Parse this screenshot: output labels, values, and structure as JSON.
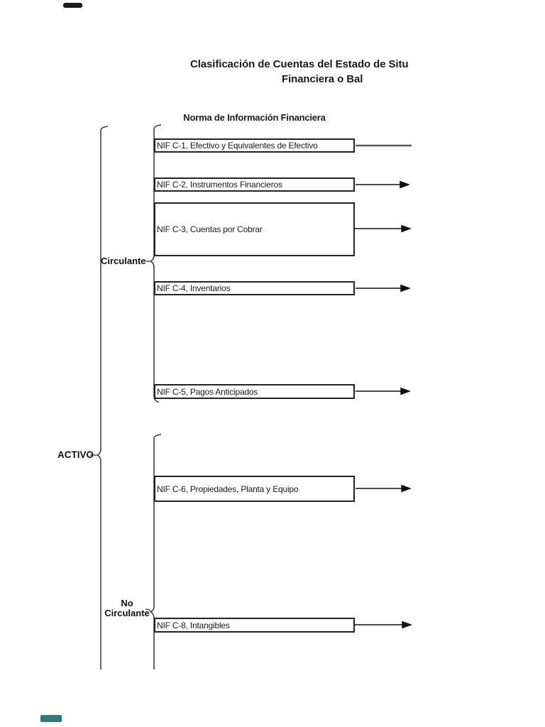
{
  "page": {
    "title_line1": "Clasificación de Cuentas del Estado de Situ",
    "title_line2": "Financiera o Bal",
    "column_header": "Norma de Información Financiera"
  },
  "tree": {
    "root_label": "ACTIVO",
    "group1_label": "Circulante",
    "group2_label_line1": "No",
    "group2_label_line2": "Circulante"
  },
  "boxes": [
    {
      "label": "NIF C-1, Efectivo y Equivalentes de Efectivo",
      "connector": "plain-line"
    },
    {
      "label": "NIF C-2, Instrumentos Financieros",
      "connector": "arrow"
    },
    {
      "label": "NIF C-3, Cuentas por Cobrar",
      "connector": "arrow"
    },
    {
      "label": "NIF C-4, Inventarios",
      "connector": "arrow"
    },
    {
      "label": "NIF C-5, Pagos Anticipados",
      "connector": "arrow"
    },
    {
      "label": "NIF C-6, Propiedades, Planta y Equipo",
      "connector": "arrow"
    },
    {
      "label": "NIF C-8, Intangibles",
      "connector": "arrow"
    }
  ],
  "colors": {
    "bracket_line": "#333333",
    "box_border": "#222222",
    "arrow": "#111111",
    "plain_connector": "#5a5a5a",
    "top_mark": "#1a1a1a",
    "bottom_mark": "#2e7b7b"
  }
}
